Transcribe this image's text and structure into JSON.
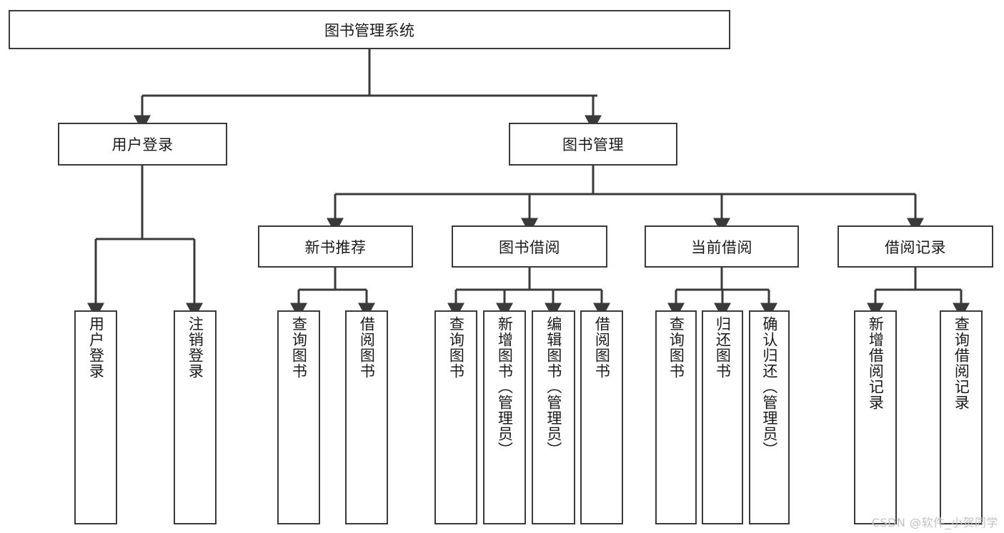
{
  "diagram": {
    "title": "图书管理系统",
    "type": "tree-hierarchy",
    "orientation": "top-down",
    "colors": {
      "box_border": "#3a3a3a",
      "box_fill": "#ffffff",
      "edge": "#3a3a3a",
      "text": "#1a1a1a",
      "background": "#ffffff",
      "watermark": "#c2c2c2"
    },
    "watermark": "CSDN @软件_小贺同学"
  },
  "nodes": {
    "root": {
      "label": "图书管理系统",
      "level": 0
    },
    "level1": [
      {
        "id": "user-login",
        "label": "用户登录"
      },
      {
        "id": "book-manage",
        "label": "图书管理"
      }
    ],
    "level2": [
      {
        "id": "new-book-recommend",
        "label": "新书推荐",
        "parent": "book-manage"
      },
      {
        "id": "book-borrow",
        "label": "图书借阅",
        "parent": "book-manage"
      },
      {
        "id": "current-borrow",
        "label": "当前借阅",
        "parent": "book-manage"
      },
      {
        "id": "borrow-record",
        "label": "借阅记录",
        "parent": "book-manage"
      }
    ],
    "leaves": {
      "user-login": [
        {
          "id": "leaf-user-login",
          "label": "用户登录"
        },
        {
          "id": "leaf-user-logout",
          "label": "注销登录"
        }
      ],
      "new-book-recommend": [
        {
          "id": "leaf-query-book-1",
          "label": "查询图书"
        },
        {
          "id": "leaf-borrow-book-1",
          "label": "借阅图书"
        }
      ],
      "book-borrow": [
        {
          "id": "leaf-query-book-2",
          "label": "查询图书"
        },
        {
          "id": "leaf-add-book",
          "label": "新增图书（管理员）"
        },
        {
          "id": "leaf-edit-book",
          "label": "编辑图书（管理员）"
        },
        {
          "id": "leaf-borrow-book-2",
          "label": "借阅图书"
        }
      ],
      "current-borrow": [
        {
          "id": "leaf-query-book-3",
          "label": "查询图书"
        },
        {
          "id": "leaf-return-book",
          "label": "归还图书"
        },
        {
          "id": "leaf-confirm-return",
          "label": "确认归还（管理员）"
        }
      ],
      "borrow-record": [
        {
          "id": "leaf-add-record",
          "label": "新增借阅记录"
        },
        {
          "id": "leaf-query-record",
          "label": "查询借阅记录"
        }
      ]
    }
  }
}
